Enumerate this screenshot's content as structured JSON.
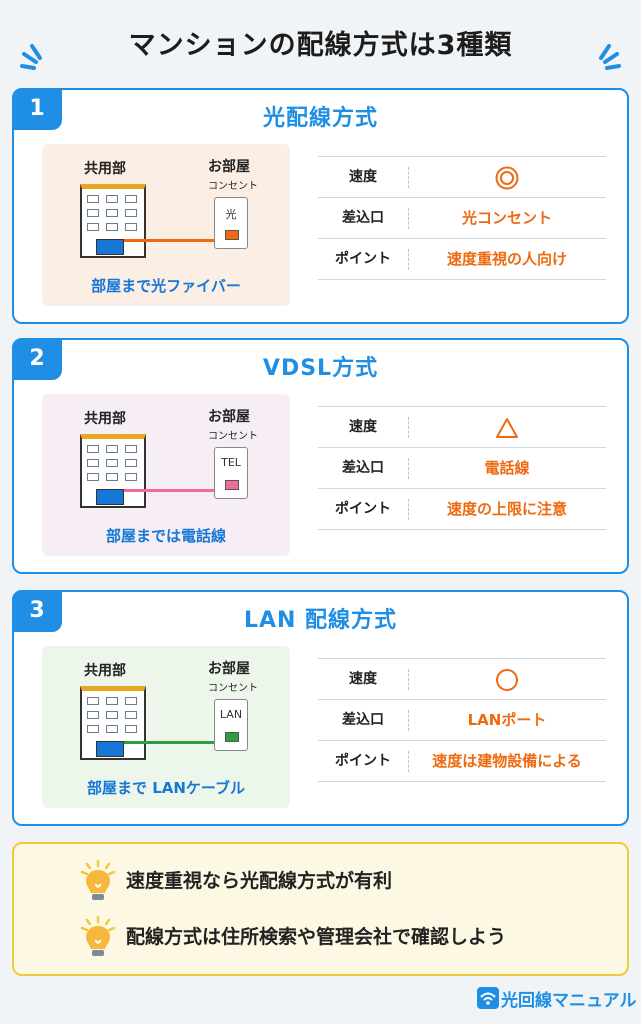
{
  "page_title": "マンションの配線方式は3種類",
  "colors": {
    "accent": "#1f8fe5",
    "orange": "#ee6a10",
    "yellow": "#f3c83c"
  },
  "methods": [
    {
      "number": "1",
      "title": "光配線方式",
      "diagram": {
        "shared_label": "共用部",
        "room_label": "お部屋",
        "outlet_label": "コンセント",
        "port_label": "光",
        "caption": "部屋まで光ファイバー",
        "bg_color": "#fbeee4",
        "cable_color": "#ee6a10",
        "port_color": "#ee6a10"
      },
      "rows": [
        {
          "key": "速度",
          "value": "",
          "symbol": "double-circle"
        },
        {
          "key": "差込口",
          "value": "光コンセント"
        },
        {
          "key": "ポイント",
          "value": "速度重視の人向け"
        }
      ]
    },
    {
      "number": "2",
      "title": "VDSL方式",
      "diagram": {
        "shared_label": "共用部",
        "room_label": "お部屋",
        "outlet_label": "コンセント",
        "port_label": "TEL",
        "caption": "部屋までは電話線",
        "bg_color": "#f6eef4",
        "cable_color": "#ee6b9e",
        "port_color": "#ee6b9e"
      },
      "rows": [
        {
          "key": "速度",
          "value": "",
          "symbol": "triangle"
        },
        {
          "key": "差込口",
          "value": "電話線"
        },
        {
          "key": "ポイント",
          "value": "速度の上限に注意"
        }
      ]
    },
    {
      "number": "3",
      "title": "LAN 配線方式",
      "diagram": {
        "shared_label": "共用部",
        "room_label": "お部屋",
        "outlet_label": "コンセント",
        "port_label": "LAN",
        "caption": "部屋まで LANケーブル",
        "bg_color": "#edf6ea",
        "cable_color": "#2e9e3e",
        "port_color": "#2e9e3e"
      },
      "rows": [
        {
          "key": "速度",
          "value": "",
          "symbol": "circle"
        },
        {
          "key": "差込口",
          "value": "LANポート"
        },
        {
          "key": "ポイント",
          "value": "速度は建物設備による"
        }
      ]
    }
  ],
  "tips": [
    {
      "icon": "lightbulb-icon",
      "text": "速度重視なら光配線方式が有利"
    },
    {
      "icon": "lightbulb-icon",
      "text": "配線方式は住所検索や管理会社で確認しよう"
    }
  ],
  "logo": {
    "icon": "wifi-icon",
    "text": "光回線マニュアル"
  }
}
